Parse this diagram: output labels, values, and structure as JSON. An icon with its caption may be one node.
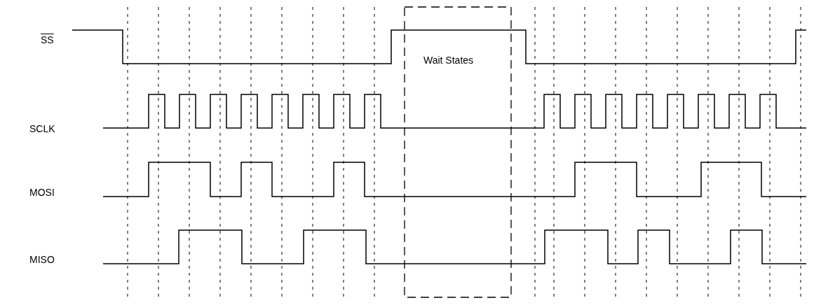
{
  "diagram": {
    "labels": [
      "SS",
      "SCLK",
      "MOSI",
      "MISO",
      "Wait States"
    ]
  }
}
